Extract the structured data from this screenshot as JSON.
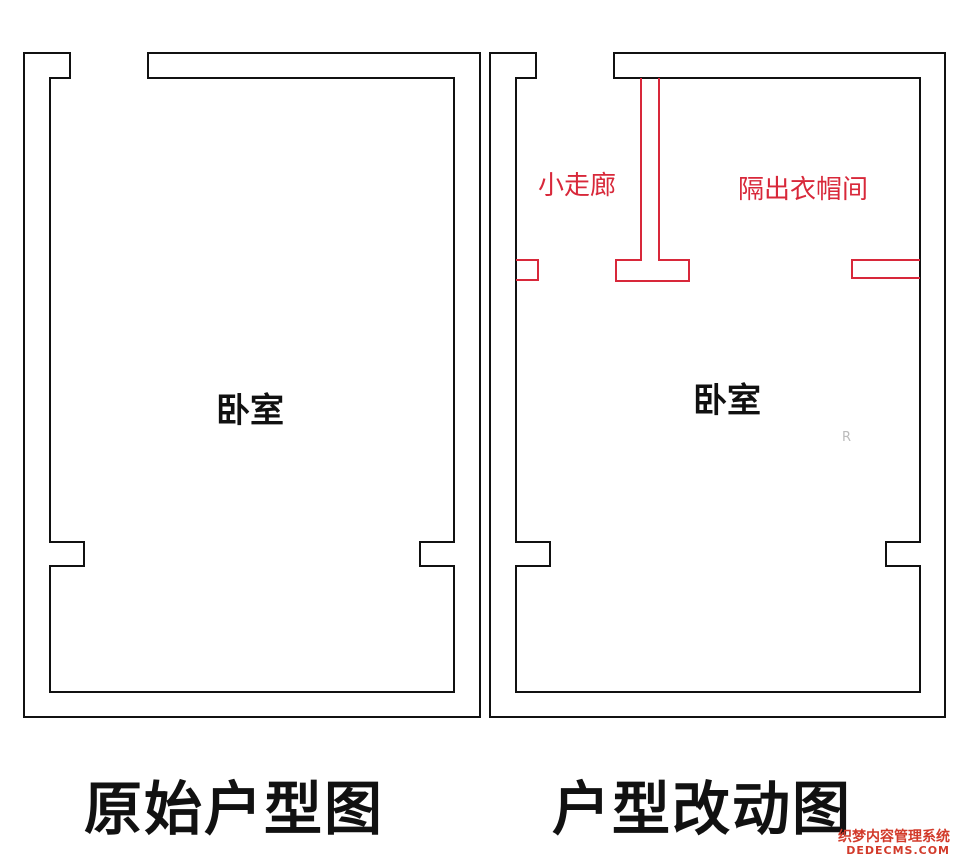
{
  "original_plan": {
    "room_label": "卧室",
    "caption": "原始户型图"
  },
  "modified_plan": {
    "room_label": "卧室",
    "corridor_label": "小走廊",
    "closet_label": "隔出衣帽间",
    "caption": "户型改动图",
    "stray_mark": "R"
  },
  "colors": {
    "wall": "#111111",
    "new_wall": "#d8283a",
    "watermark": "#d23a2a"
  },
  "watermark": {
    "line1": "织梦内容管理系统",
    "line2": "DEDECMS.COM"
  }
}
